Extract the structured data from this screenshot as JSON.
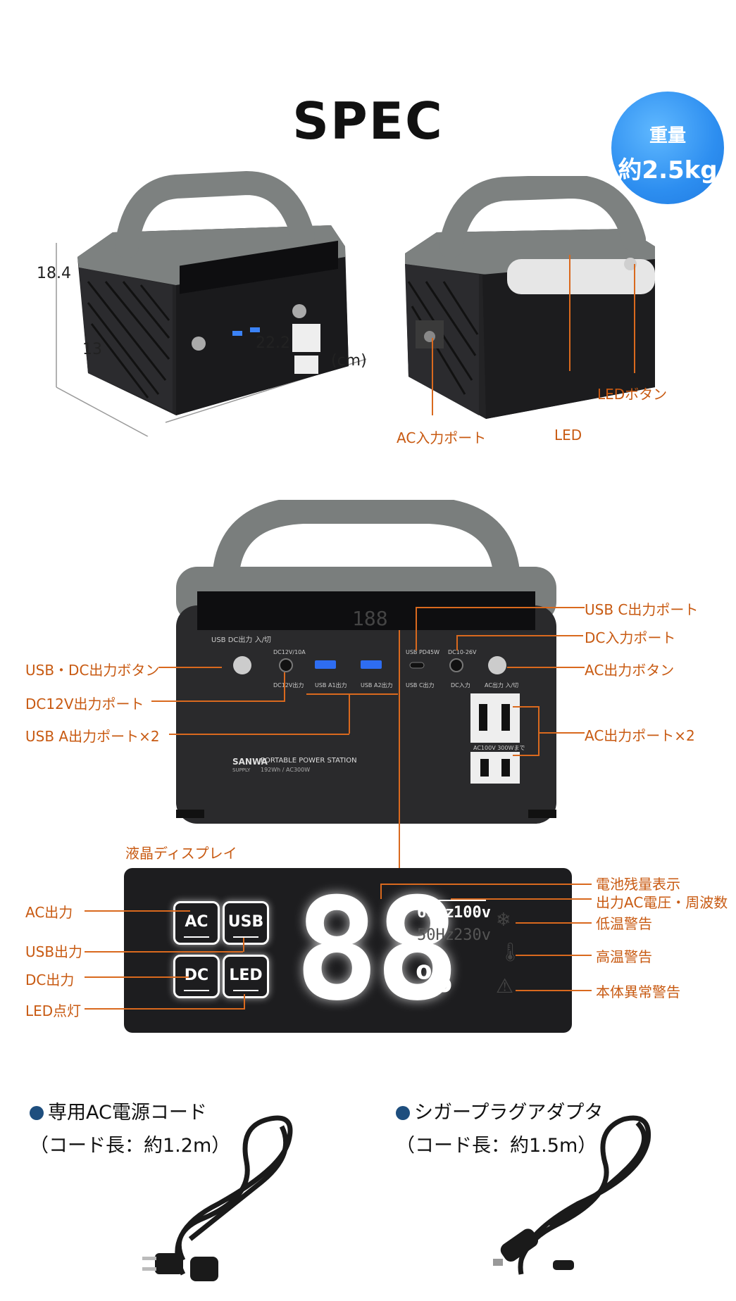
{
  "title": "SPEC",
  "weight_badge": {
    "line1": "重量",
    "line2": "約2.5kg"
  },
  "dimensions": {
    "height": "18.4",
    "depth": "13",
    "width": "22.2",
    "unit": "(cm)"
  },
  "rear_labels": {
    "ac_input": "AC入力ポート",
    "led": "LED",
    "led_button": "LEDボタン"
  },
  "front_panel_text": {
    "usb_dc_btn": "USB DC出力 入/切",
    "dc12v": "DC12V/10A",
    "dc12v_out": "DC12V出力",
    "usb_a1": "USB A1出力",
    "usb_a2": "USB A2出力",
    "usb_pd": "USB PD45W",
    "usb_c": "USB C出力",
    "dc_in_spec": "DC10-26V",
    "dc_in": "DC入力",
    "ac_btn": "AC出力 入/切",
    "ac_spec": "AC100V 300Wまで",
    "brand": "SANWA",
    "brand_sub": "SUPPLY",
    "product": "PORTABLE POWER STATION",
    "product_spec": "192Wh / AC300W",
    "lcd": "188"
  },
  "front_labels": {
    "usb_c_port": "USB C出力ポート",
    "dc_in_port": "DC入力ポート",
    "usb_dc_button": "USB・DC出力ボタン",
    "ac_button": "AC出力ボタン",
    "dc12v_port": "DC12V出力ポート",
    "usb_a_ports": "USB A出力ポート×2",
    "ac_ports": "AC出力ポート×2"
  },
  "display": {
    "section_label": "液晶ディスプレイ",
    "buttons": [
      "AC",
      "USB",
      "DC",
      "LED"
    ],
    "digits": "88",
    "percent": "%",
    "freq_active": "60Hz",
    "volt_active": "100v",
    "freq_inactive": "50Hz",
    "volt_inactive": "230v",
    "left_labels": [
      "AC出力",
      "USB出力",
      "DC出力",
      "LED点灯"
    ],
    "right_labels": [
      "電池残量表示",
      "出力AC電圧・周波数",
      "低温警告",
      "高温警告",
      "本体異常警告"
    ]
  },
  "accessories": [
    {
      "name": "専用AC電源コード",
      "detail": "（コード長：約1.2m）"
    },
    {
      "name": "シガープラグアダプタ",
      "detail": "（コード長：約1.5m）"
    }
  ],
  "colors": {
    "accent": "#d9691e",
    "badge": "#2d8ef0",
    "dot": "#1e4e7e"
  }
}
